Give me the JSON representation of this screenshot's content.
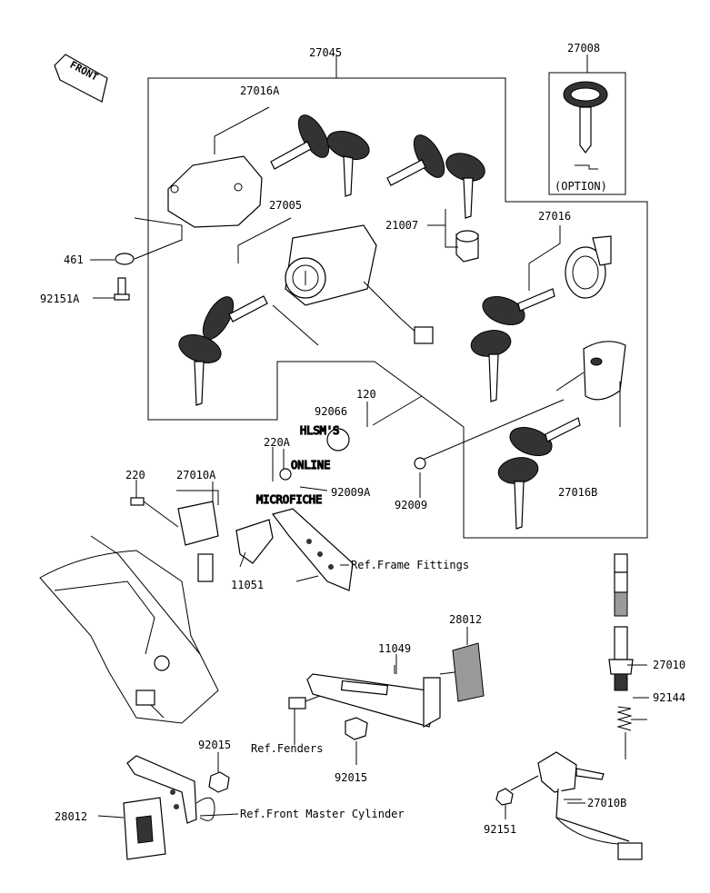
{
  "front_label": "FRONT",
  "option_label": "(OPTION)",
  "watermark": [
    "HLSM'S",
    "ONLINE",
    "MICROFICHE"
  ],
  "parts": {
    "p27045": "27045",
    "p27008": "27008",
    "p27016A": "27016A",
    "p27005": "27005",
    "p21007": "21007",
    "p27016": "27016",
    "p461": "461",
    "p92151A": "92151A",
    "p120": "120",
    "p92066": "92066",
    "p220A": "220A",
    "p220": "220",
    "p27010A": "27010A",
    "p92009A": "92009A",
    "p92009": "92009",
    "p27016B": "27016B",
    "p11051": "11051",
    "p28012_right": "28012",
    "p11049": "11049",
    "p27010": "27010",
    "p92144": "92144",
    "p92015_top": "92015",
    "p92015_mid": "92015",
    "p28012_left": "28012",
    "p92151": "92151",
    "p27010B": "27010B"
  },
  "refs": {
    "frame_fittings": "Ref.Frame Fittings",
    "fenders": "Ref.Fenders",
    "front_master_cylinder": "Ref.Front Master Cylinder"
  }
}
